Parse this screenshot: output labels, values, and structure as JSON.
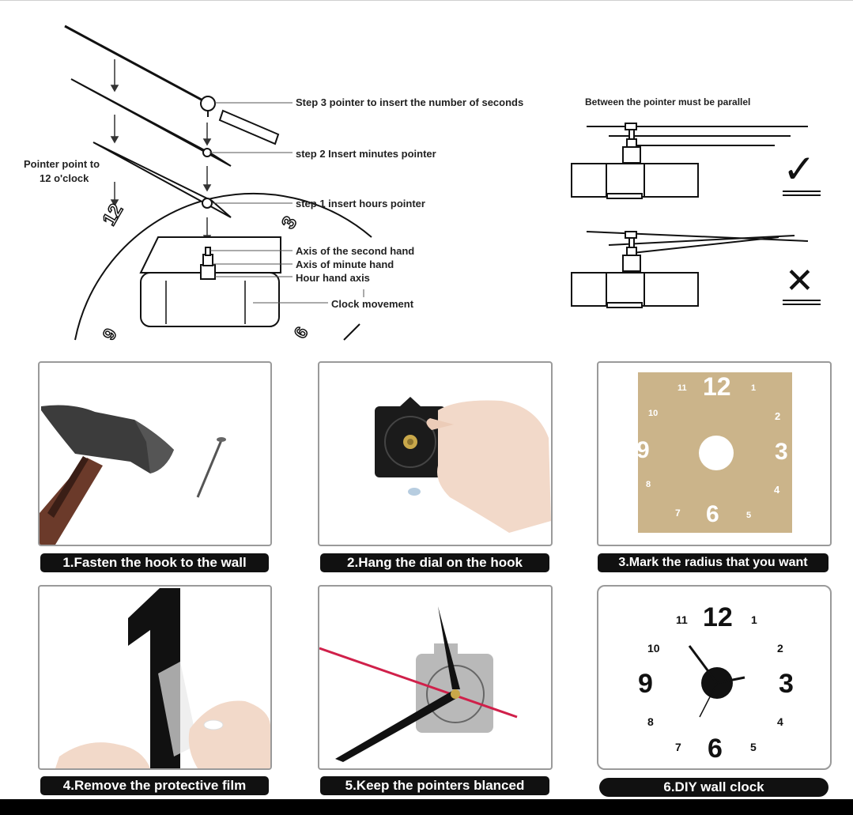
{
  "diagram": {
    "labels": {
      "step3": "Step 3 pointer to insert the number of seconds",
      "step2": "step 2 Insert minutes pointer",
      "step1": "step 1 insert hours pointer",
      "pointer_point_line1": "Pointer point to",
      "pointer_point_line2": "12 o'clock",
      "axis_second": "Axis of the second hand",
      "axis_minute": "Axis of minute hand",
      "axis_hour": "Hour hand axis",
      "movement": "Clock movement",
      "parallel": "Between the pointer must be parallel"
    },
    "dial_numbers": {
      "twelve": "12",
      "three": "3",
      "six": "6",
      "nine": "9"
    },
    "marks": {
      "correct": "✓",
      "wrong": "✕"
    }
  },
  "steps": [
    {
      "caption": "1.Fasten the hook to the wall"
    },
    {
      "caption": "2.Hang the dial on the hook"
    },
    {
      "caption": "3.Mark the radius that you want"
    },
    {
      "caption": "4.Remove the protective film"
    },
    {
      "caption": "5.Keep the pointers blanced"
    },
    {
      "caption": "6.DIY wall clock"
    }
  ],
  "template_numbers": [
    "11",
    "12",
    "1",
    "10",
    "2",
    "9",
    "3",
    "8",
    "4",
    "7",
    "6",
    "5"
  ],
  "clock_numbers": [
    "11",
    "12",
    "1",
    "10",
    "2",
    "9",
    "3",
    "8",
    "4",
    "7",
    "6",
    "5"
  ],
  "colors": {
    "caption_bg": "#111111",
    "template_bg": "#cbb48a",
    "second_hand": "#d0204a"
  }
}
